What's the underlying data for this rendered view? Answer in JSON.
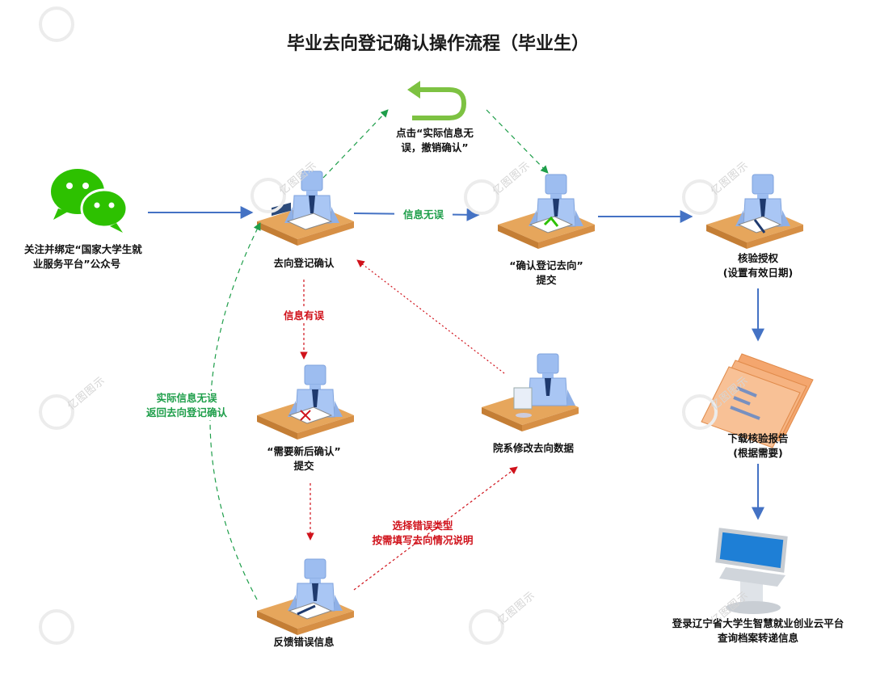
{
  "title": "毕业去向登记确认操作流程（毕业生）",
  "nodes": {
    "wechat": [
      "关注并绑定“国家大学生就",
      "业服务平台”公众号"
    ],
    "register_confirm": [
      "去向登记确认"
    ],
    "confirm_submit": [
      "“确认登记去向”",
      "提交"
    ],
    "verify_auth": [
      "核验授权",
      "(设置有效日期)"
    ],
    "download_report": [
      "下载核验报告",
      "(根据需要)"
    ],
    "login_platform": [
      "登录辽宁省大学生智慧就业创业云平台",
      "查询档案转递信息"
    ],
    "need_update": [
      "“需要新后确认”",
      "提交"
    ],
    "feedback_error": [
      "反馈错误信息"
    ],
    "college_modify": [
      "院系修改去向数据"
    ],
    "revoke": [
      "点击“实际信息无",
      "误，撤销确认”"
    ]
  },
  "edges": {
    "info_correct": "信息无误",
    "info_wrong": "信息有误",
    "select_error": [
      "选择错误类型",
      "按需填写去向情况说明"
    ],
    "actual_correct": [
      "实际信息无误",
      "返回去向登记确认"
    ]
  },
  "watermark": "亿图图示",
  "colors": {
    "blue_arrow": "#4472c4",
    "green": "#1e9e4a",
    "red": "#d0121b",
    "desk": "#e0a25a",
    "person": "#9dbdf0",
    "wechat": "#2dc100",
    "report": "#f4a66e"
  }
}
